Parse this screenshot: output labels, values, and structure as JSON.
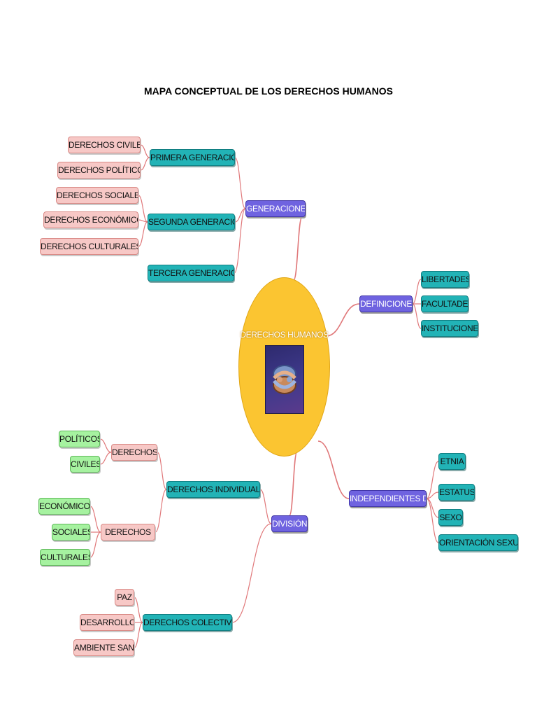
{
  "title": "MAPA CONCEPTUAL DE LOS DERECHOS HUMANOS",
  "center": {
    "label": "DERECHOS HUMANOS",
    "image_icon": "clasped-hands-icon"
  },
  "generaciones": {
    "label": "GENERACIONES",
    "primera": {
      "label": "PRIMERA GENERACIÓN",
      "items": [
        "DERECHOS CIVILES",
        "DERECHOS POLÍTICOS"
      ]
    },
    "segunda": {
      "label": "SEGUNDA GENERACIÓN",
      "items": [
        "DERECHOS SOCIALES",
        "DERECHOS ECONÓMICOS",
        "DERECHOS CULTURALES"
      ]
    },
    "tercera": {
      "label": "TERCERA GENERACIÓN"
    }
  },
  "definiciones": {
    "label": "DEFINICIONES",
    "items": [
      "LIBERTADES",
      "FACULTADES",
      "INSTITUCIONES"
    ]
  },
  "independientes": {
    "label": "INDEPENDIENTES DE",
    "items": [
      "ETNIA",
      "ESTATUS",
      "SEXO",
      "ORIENTACIÓN SEXUAL"
    ]
  },
  "division": {
    "label": "DIVISIÓN",
    "individuales": {
      "label": "DERECHOS INDIVIDUALES",
      "derechos_a": {
        "label": "DERECHOS",
        "items": [
          "POLÍTICOS",
          "CIVILES"
        ]
      },
      "derechos_b": {
        "label": "DERECHOS",
        "items": [
          "ECONÓMICOS",
          "SOCIALES",
          "CULTURALES"
        ]
      }
    },
    "colectivos": {
      "label": "DERECHOS COLECTIVOS",
      "items": [
        "PAZ",
        "DESARROLLO",
        "AMBIENTE SANO"
      ]
    }
  },
  "colors": {
    "link": "#e0787a",
    "center": "#fbc531",
    "pink": "#f7c8c6",
    "teal": "#22b3b6",
    "purple": "#6f63e0",
    "green": "#a6f2a0"
  }
}
